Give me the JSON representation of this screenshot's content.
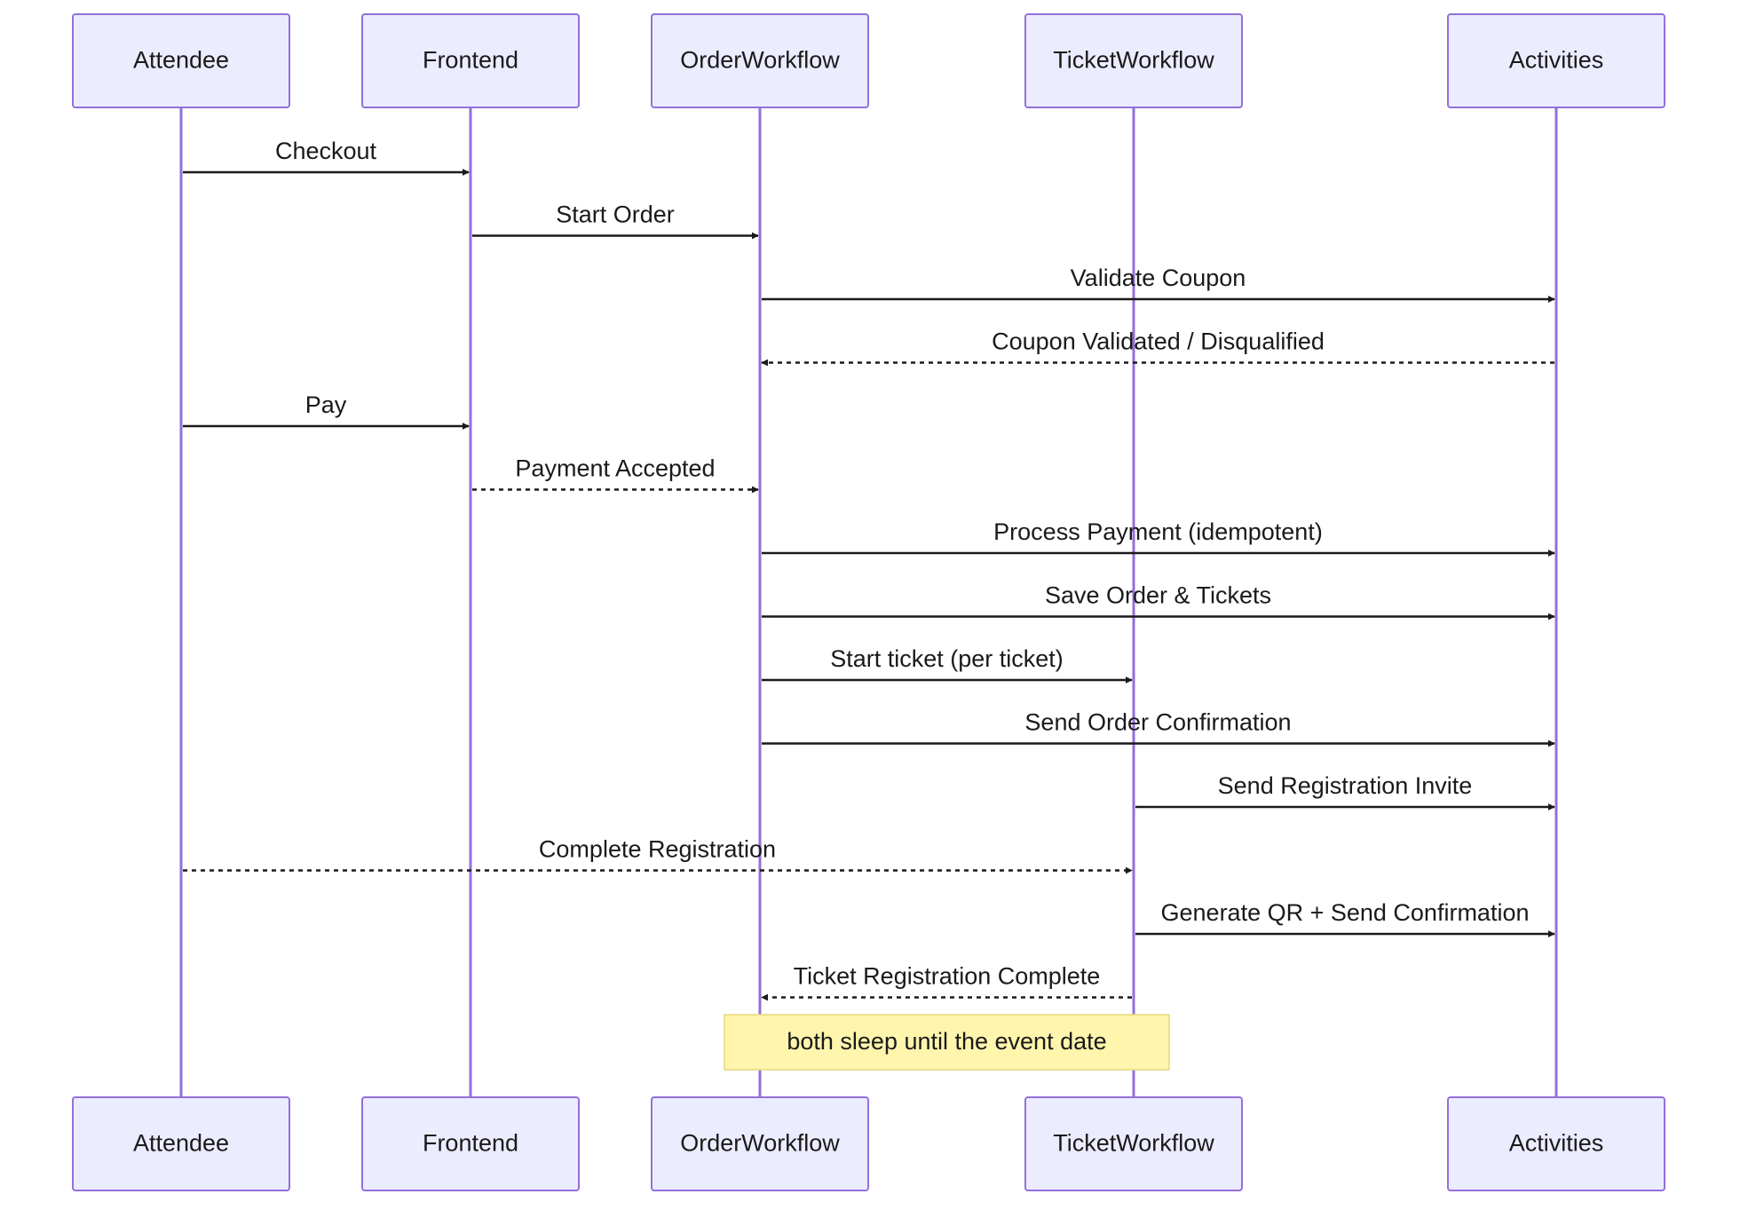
{
  "participants": [
    {
      "id": "attendee",
      "label": "Attendee"
    },
    {
      "id": "frontend",
      "label": "Frontend"
    },
    {
      "id": "order",
      "label": "OrderWorkflow"
    },
    {
      "id": "ticket",
      "label": "TicketWorkflow"
    },
    {
      "id": "activities",
      "label": "Activities"
    }
  ],
  "messages": [
    {
      "from": "attendee",
      "to": "frontend",
      "label": "Checkout",
      "style": "solid"
    },
    {
      "from": "frontend",
      "to": "order",
      "label": "Start Order",
      "style": "solid"
    },
    {
      "from": "order",
      "to": "activities",
      "label": "Validate Coupon",
      "style": "solid"
    },
    {
      "from": "activities",
      "to": "order",
      "label": "Coupon Validated / Disqualified",
      "style": "dotted"
    },
    {
      "from": "attendee",
      "to": "frontend",
      "label": "Pay",
      "style": "solid"
    },
    {
      "from": "frontend",
      "to": "order",
      "label": "Payment Accepted",
      "style": "dotted"
    },
    {
      "from": "order",
      "to": "activities",
      "label": "Process Payment (idempotent)",
      "style": "solid"
    },
    {
      "from": "order",
      "to": "activities",
      "label": "Save Order & Tickets",
      "style": "solid"
    },
    {
      "from": "order",
      "to": "ticket",
      "label": "Start ticket (per ticket)",
      "style": "solid"
    },
    {
      "from": "order",
      "to": "activities",
      "label": "Send Order Confirmation",
      "style": "solid"
    },
    {
      "from": "ticket",
      "to": "activities",
      "label": "Send Registration Invite",
      "style": "solid"
    },
    {
      "from": "attendee",
      "to": "ticket",
      "label": "Complete Registration",
      "style": "dotted"
    },
    {
      "from": "ticket",
      "to": "activities",
      "label": "Generate QR + Send Confirmation",
      "style": "solid"
    },
    {
      "from": "ticket",
      "to": "order",
      "label": "Ticket Registration Complete",
      "style": "dotted"
    }
  ],
  "note": {
    "over": [
      "order",
      "ticket"
    ],
    "label": "both sleep until the event date"
  },
  "colors": {
    "actor_fill": "#ECECFF",
    "actor_stroke": "#9370DB",
    "lifeline": "#9370DB",
    "message": "#1a1a1a",
    "note_fill": "#FFF5AD",
    "note_stroke": "#E8D97A"
  }
}
